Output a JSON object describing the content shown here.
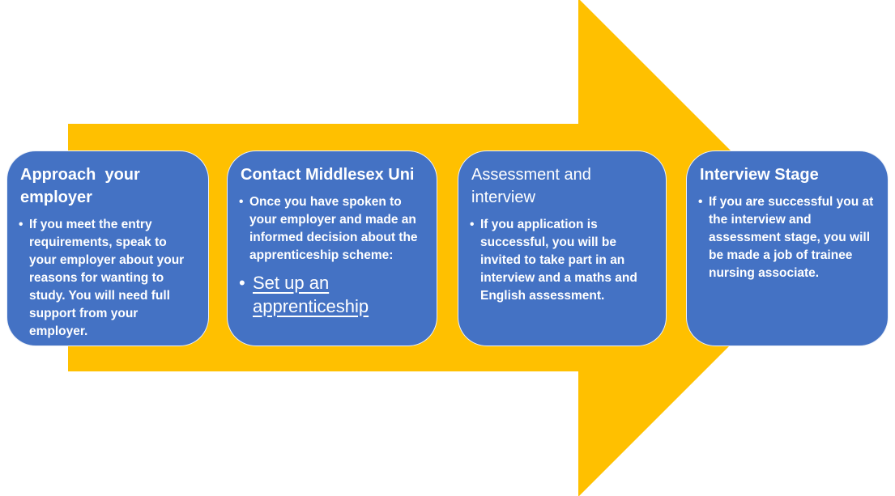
{
  "colors": {
    "arrow": "#FFC000",
    "card": "#4472C4",
    "text": "#FFFFFF"
  },
  "arrow": {
    "direction": "right",
    "name": "process-flow-arrow"
  },
  "cards": [
    {
      "title": "Approach  your employer",
      "bullets": [
        "If you meet the entry requirements, speak to your employer about your reasons for wanting to study. You will need full support from your employer."
      ]
    },
    {
      "title": "Contact Middlesex Uni",
      "bullets": [
        "Once you have spoken to your employer and made an informed decision about the apprenticeship scheme:"
      ],
      "link_label": "Set up an apprenticeship"
    },
    {
      "title": "Assessment and interview",
      "bullets": [
        "If you application is successful, you will be invited to take part in an interview and a maths and English assessment."
      ]
    },
    {
      "title": "Interview Stage",
      "bullets": [
        "If you are successful you at the interview and assessment stage, you will be made a job of trainee nursing associate."
      ]
    }
  ]
}
